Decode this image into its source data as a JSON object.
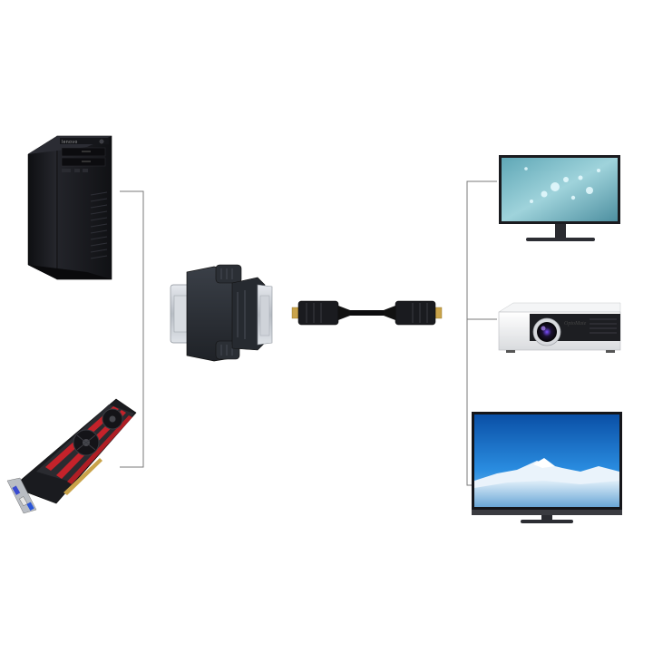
{
  "source_devices": [
    {
      "name": "desktop-pc-tower",
      "brand_text": "lenovo"
    },
    {
      "name": "graphics-card"
    }
  ],
  "adapter": {
    "name": "dvi-to-vga-adapter"
  },
  "cable": {
    "name": "connecting-cable"
  },
  "display_devices": [
    {
      "name": "computer-monitor"
    },
    {
      "name": "projector",
      "brand_text": "OptoMate"
    },
    {
      "name": "flat-screen-tv"
    }
  ],
  "colors": {
    "background": "#ffffff",
    "connector_lines": "#7a7a7a",
    "device_dark": "#1c1d22",
    "adapter_body": "#2c3036",
    "metal": "#c8ccd2",
    "gold": "#c9a34a",
    "tv_sky": "#1f7fd0",
    "monitor_screen": "#7fc0cc"
  }
}
